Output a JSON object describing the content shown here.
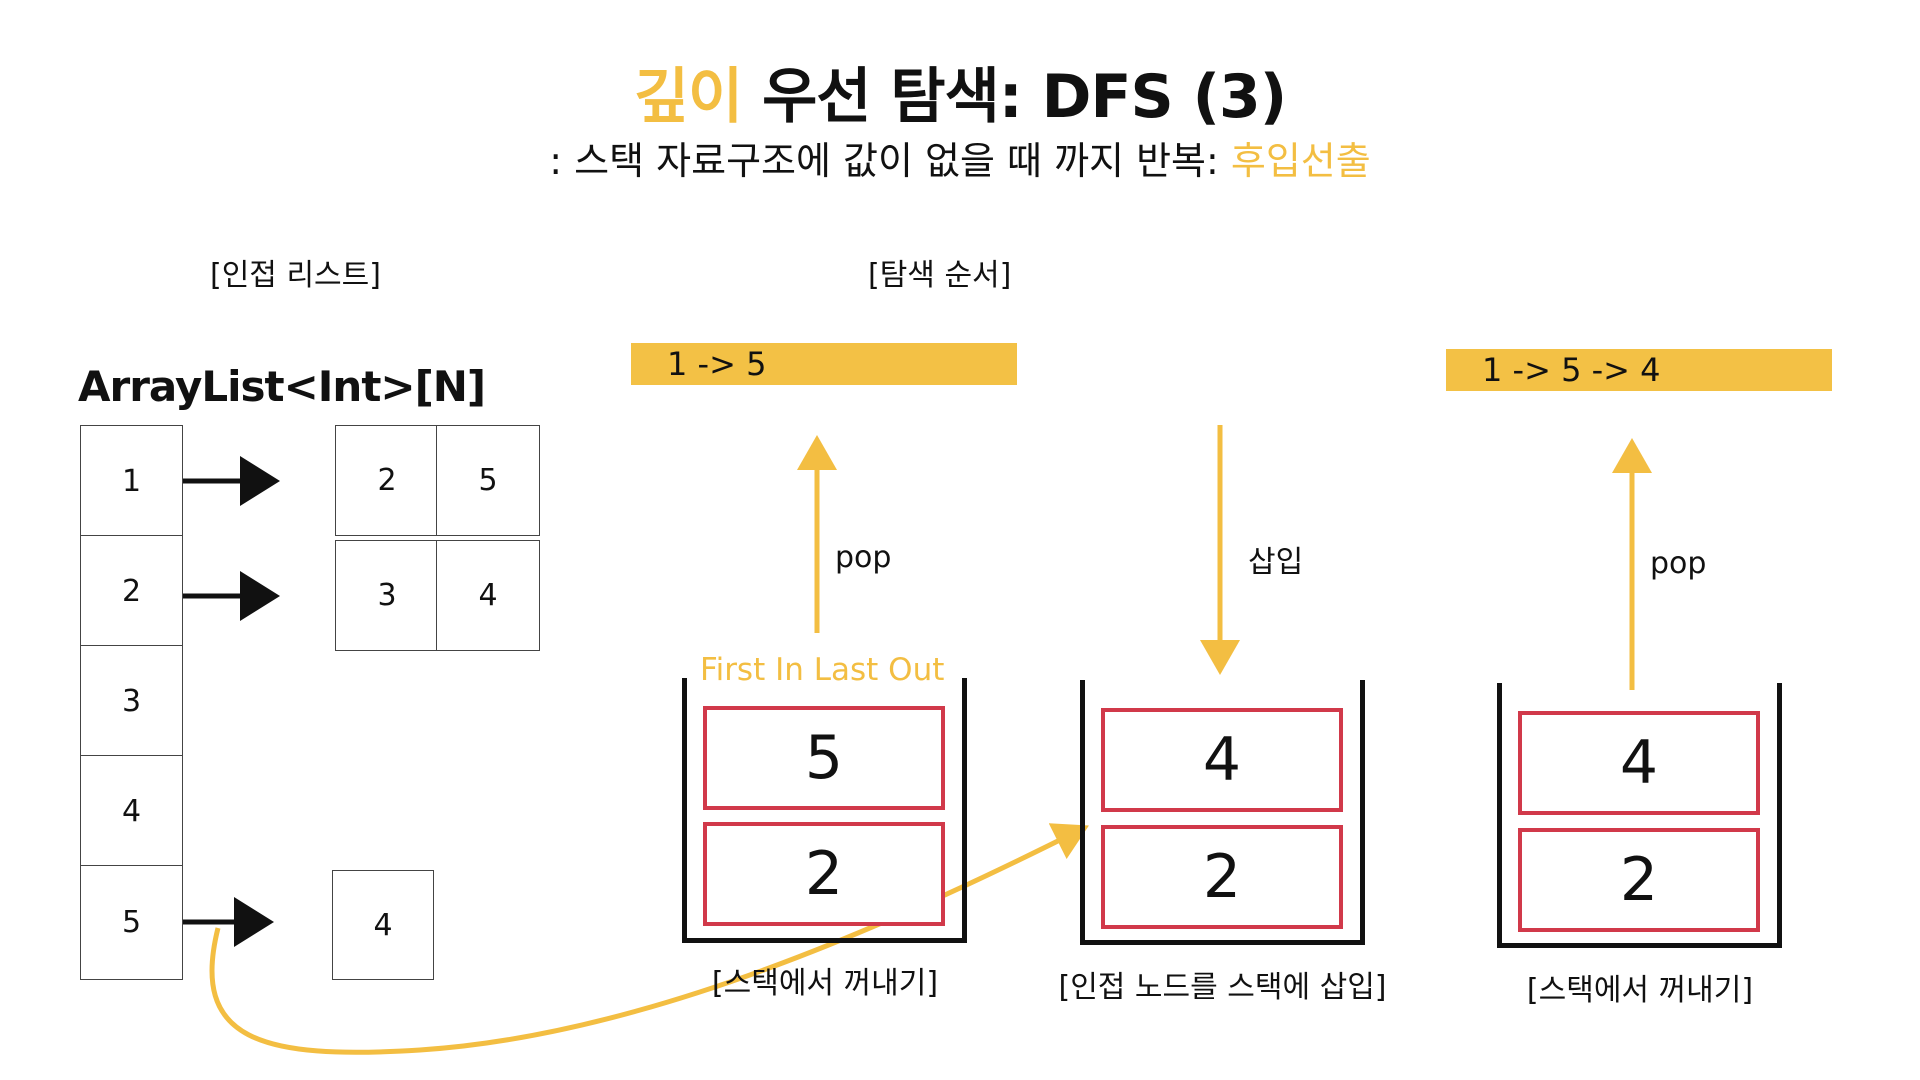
{
  "title": {
    "accent": "깊이",
    "rest": " 우선 탐색: DFS (3)"
  },
  "subtitle": {
    "main": ": 스택 자료구조에 값이 없을 때 까지 반복: ",
    "accent": "후입선출"
  },
  "labels": {
    "adjacency": "[인접 리스트]",
    "order": "[탐색 순서]",
    "arraylist": "ArrayList<Int>[N]",
    "filo": "First In Last Out"
  },
  "adjacency": {
    "index_cells": [
      "1",
      "2",
      "3",
      "4",
      "5"
    ],
    "lists": {
      "row1": [
        "2",
        "5"
      ],
      "row2": [
        "3",
        "4"
      ],
      "row5": [
        "4"
      ]
    }
  },
  "order_bars": [
    "1 -> 5",
    "1 -> 5 -> 4"
  ],
  "operations": {
    "pop1": "pop",
    "insert": "삽입",
    "pop2": "pop"
  },
  "stacks": [
    {
      "items": [
        "5",
        "2"
      ],
      "caption": "[스택에서 꺼내기]"
    },
    {
      "items": [
        "4",
        "2"
      ],
      "caption": "[인접 노드를 스택에 삽입]"
    },
    {
      "items": [
        "4",
        "2"
      ],
      "caption": "[스택에서 꺼내기]"
    }
  ],
  "colors": {
    "accent": "#f3be42",
    "stack_item_border": "#d1394a",
    "bar": "#f3c145",
    "text": "#111111"
  }
}
